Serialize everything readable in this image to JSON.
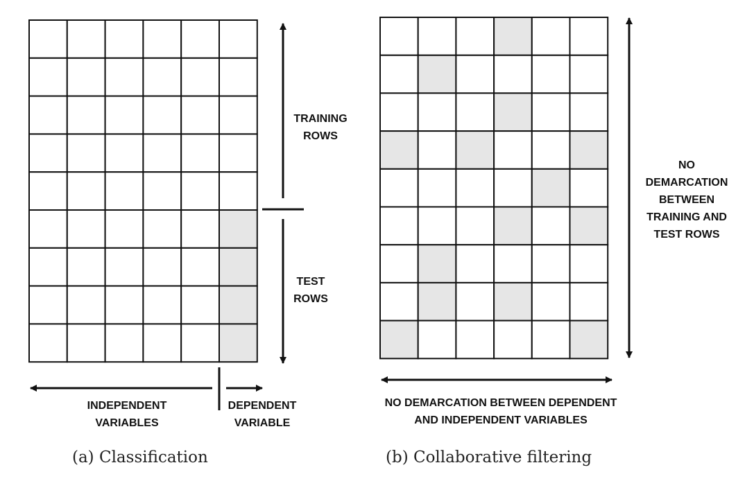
{
  "panel_a": {
    "labels": {
      "training_rows": [
        "TRAINING",
        "ROWS"
      ],
      "test_rows": [
        "TEST",
        "ROWS"
      ],
      "independent_variables": [
        "INDEPENDENT",
        "VARIABLES"
      ],
      "dependent_variable": [
        "DEPENDENT",
        "VARIABLE"
      ]
    },
    "caption": "(a) Classification",
    "grid": {
      "rows": 9,
      "cols": 6,
      "shaded_cells": [
        [
          5,
          5
        ],
        [
          6,
          5
        ],
        [
          7,
          5
        ],
        [
          8,
          5
        ]
      ]
    }
  },
  "panel_b": {
    "labels": {
      "no_demarcation_rows": [
        "NO",
        "DEMARCATION",
        "BETWEEN",
        "TRAINING AND",
        "TEST ROWS"
      ],
      "no_demarcation_vars": [
        "NO DEMARCATION BETWEEN DEPENDENT",
        "AND INDEPENDENT VARIABLES"
      ]
    },
    "caption": "(b) Collaborative filtering",
    "grid": {
      "rows": 9,
      "cols": 6,
      "shaded_cells": [
        [
          0,
          3
        ],
        [
          1,
          1
        ],
        [
          2,
          3
        ],
        [
          3,
          0
        ],
        [
          3,
          2
        ],
        [
          3,
          5
        ],
        [
          4,
          4
        ],
        [
          5,
          3
        ],
        [
          5,
          5
        ],
        [
          6,
          1
        ],
        [
          7,
          1
        ],
        [
          7,
          3
        ],
        [
          8,
          0
        ],
        [
          8,
          5
        ]
      ]
    }
  },
  "colors": {
    "shade": "#e6e6e6",
    "line": "#111111"
  }
}
